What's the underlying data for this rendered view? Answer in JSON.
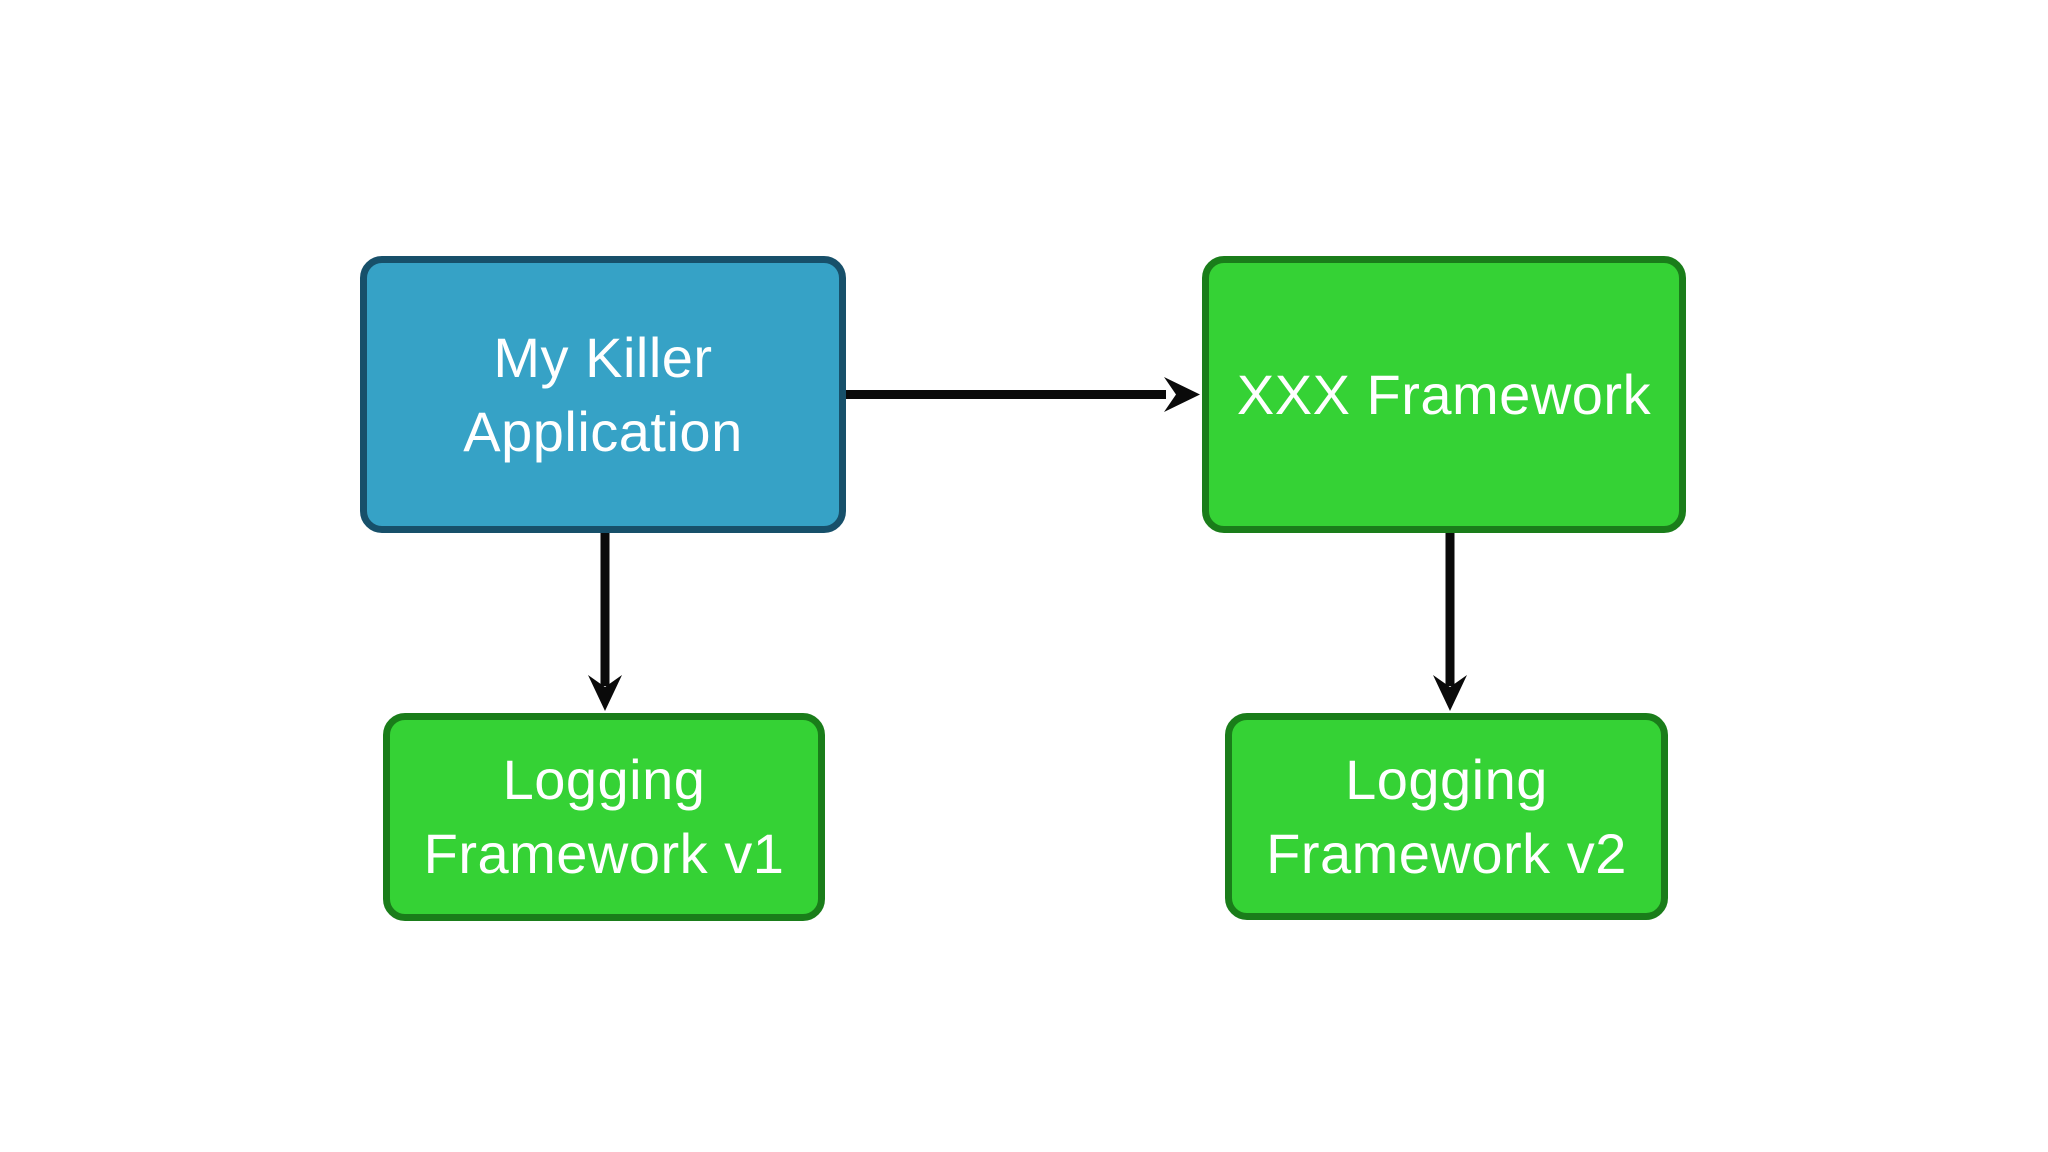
{
  "diagram": {
    "nodes": [
      {
        "id": "my-killer-application",
        "label": "My Killer Application",
        "color": "blue"
      },
      {
        "id": "xxx-framework",
        "label": "XXX Framework",
        "color": "green"
      },
      {
        "id": "logging-framework-v1",
        "label": "Logging Framework v1",
        "color": "green"
      },
      {
        "id": "logging-framework-v2",
        "label": "Logging Framework v2",
        "color": "green"
      }
    ],
    "edges": [
      {
        "from": "My Killer Application",
        "to": "XXX Framework",
        "style": "arrow"
      },
      {
        "from": "My Killer Application",
        "to": "Logging Framework v1",
        "style": "arrow"
      },
      {
        "from": "XXX Framework",
        "to": "Logging Framework v2",
        "style": "arrow"
      }
    ]
  },
  "colors": {
    "canvas-bg": "#ffffff",
    "node-blue-fill": "#36a2c6",
    "node-blue-border": "#17506a",
    "node-green-fill": "#35d235",
    "node-green-border": "#1a7d1a",
    "node-text": "#ffffff",
    "edge": "#0a0a0a"
  }
}
